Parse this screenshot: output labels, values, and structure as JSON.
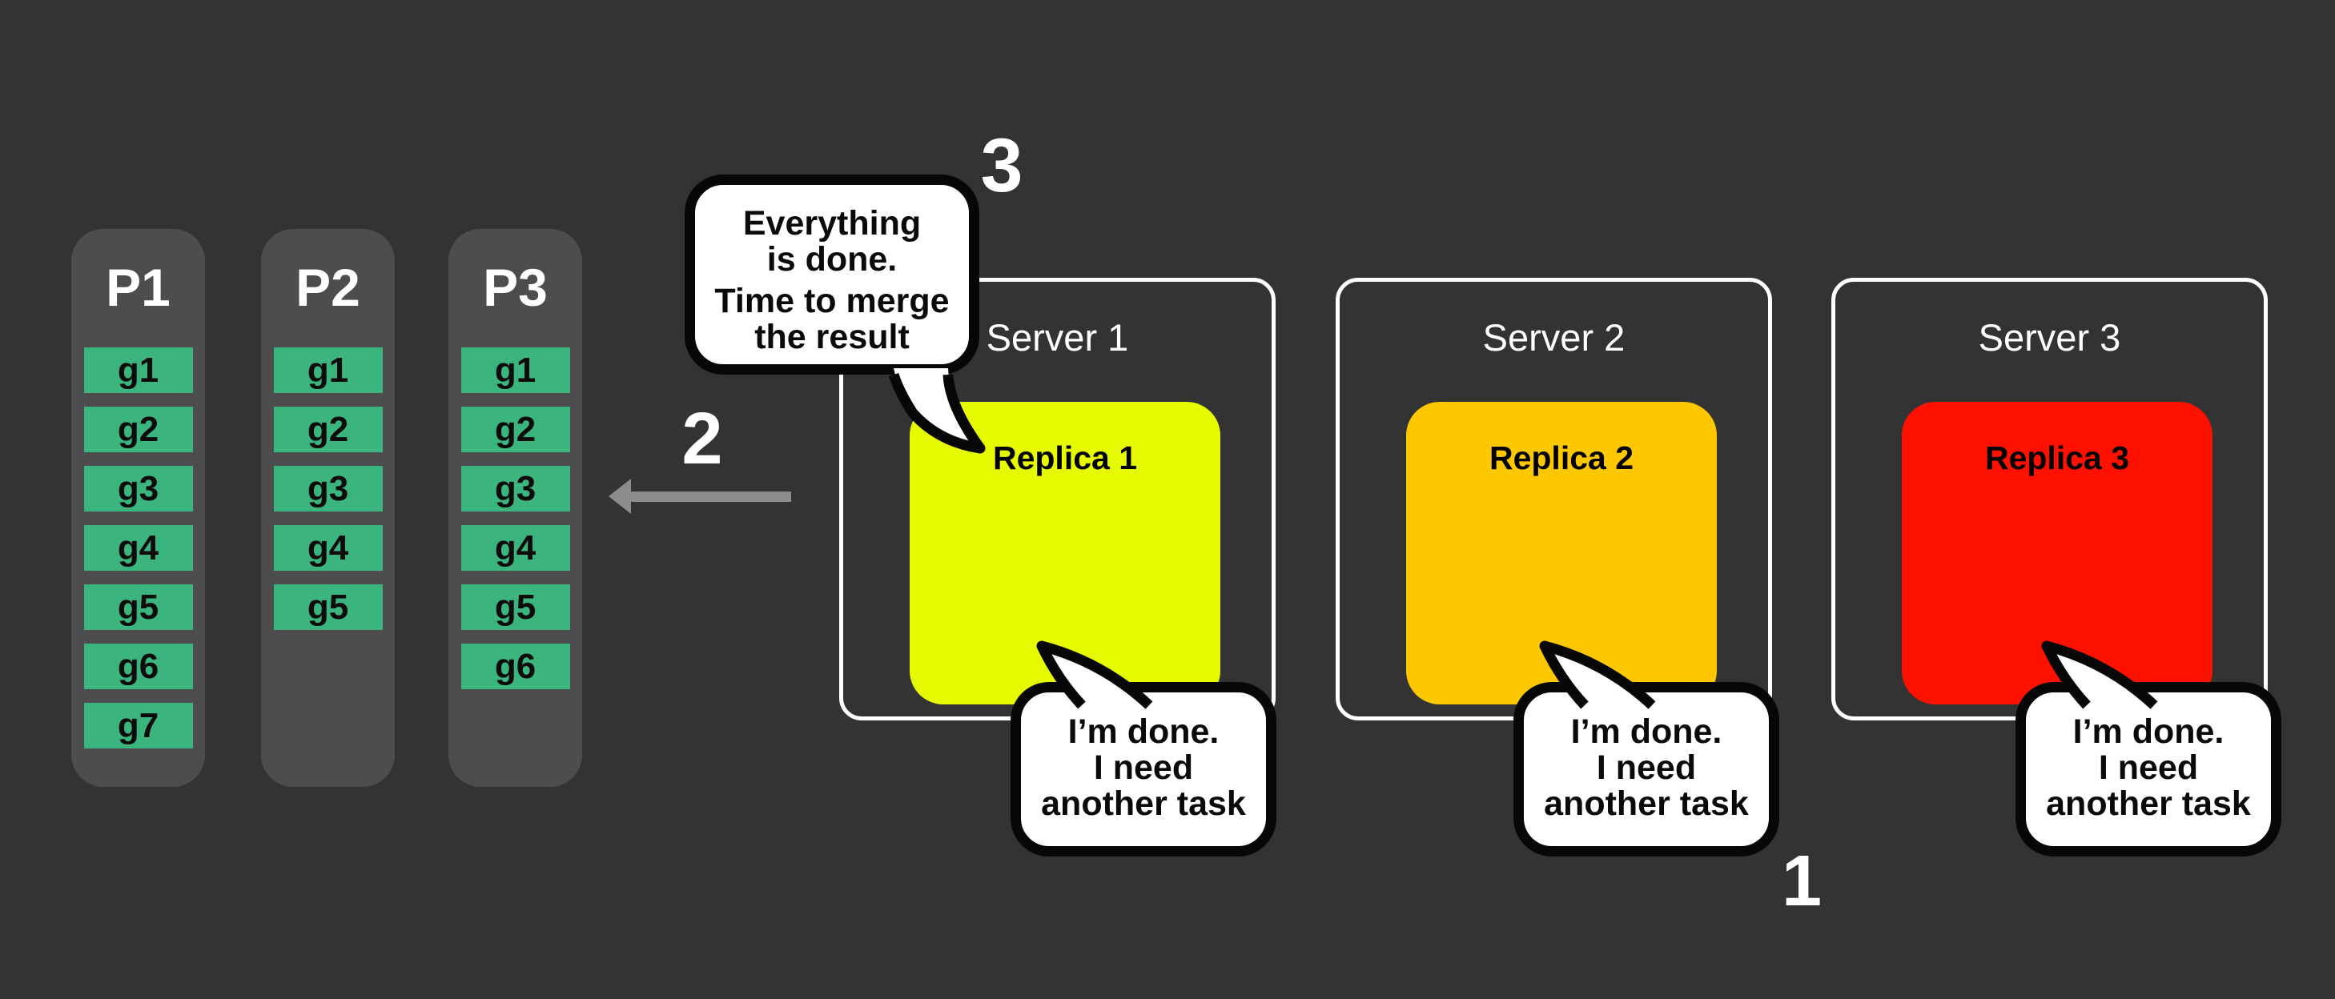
{
  "canvas": {
    "background": "#333333"
  },
  "partitions": [
    {
      "label": "P1",
      "chips": [
        "g1",
        "g2",
        "g3",
        "g4",
        "g5",
        "g6",
        "g7"
      ]
    },
    {
      "label": "P2",
      "chips": [
        "g1",
        "g2",
        "g3",
        "g4",
        "g5"
      ]
    },
    {
      "label": "P3",
      "chips": [
        "g1",
        "g2",
        "g3",
        "g4",
        "g5",
        "g6"
      ]
    }
  ],
  "servers": [
    {
      "label": "Server 1",
      "replica": {
        "label": "Replica 1",
        "color": "#E7FB00"
      }
    },
    {
      "label": "Server 2",
      "replica": {
        "label": "Replica 2",
        "color": "#FEC800"
      }
    },
    {
      "label": "Server 3",
      "replica": {
        "label": "Replica 3",
        "color": "#FF1100"
      }
    }
  ],
  "bubbles": {
    "merge": {
      "lines": [
        "Everything",
        "is done.",
        "Time to merge",
        "the result"
      ]
    },
    "done": {
      "lines": [
        "I’m done.",
        "I need",
        "another task"
      ]
    }
  },
  "steps": {
    "done_request": "1",
    "merge_pull": "2",
    "merge_announce": "3"
  },
  "arrow": {
    "direction": "left",
    "color": "#8c8c8c"
  },
  "colors": {
    "background": "#333333",
    "partition_fill": "#4d4d4f",
    "chip_fill": "#3bb47d",
    "server_border": "#ffffff",
    "bubble_fill": "#ffffff",
    "bubble_border": "#070707"
  }
}
